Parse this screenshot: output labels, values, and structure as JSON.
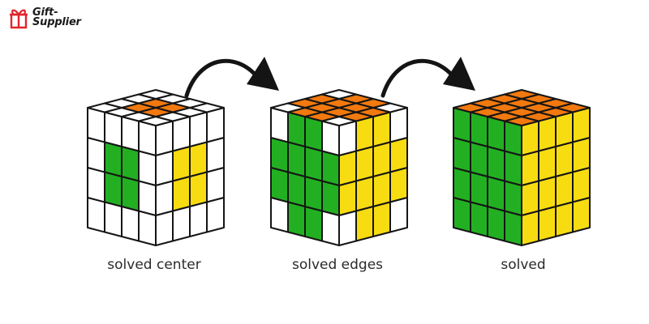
{
  "logo": {
    "line1": "Gift-",
    "line2": "Supplier",
    "icon": "gift-box-icon",
    "accent": "#e0252b"
  },
  "colors": {
    "white": "#ffffff",
    "green": "#22b022",
    "yellow": "#f8dc12",
    "orange": "#f2790f",
    "edge": "#151515"
  },
  "stages": [
    {
      "caption": "solved center",
      "top": [
        "W",
        "W",
        "W",
        "W",
        "W",
        "O",
        "O",
        "W",
        "W",
        "O",
        "O",
        "W",
        "W",
        "W",
        "W",
        "W"
      ],
      "left": [
        "W",
        "W",
        "W",
        "W",
        "W",
        "G",
        "G",
        "W",
        "W",
        "G",
        "G",
        "W",
        "W",
        "W",
        "W",
        "W"
      ],
      "right": [
        "W",
        "W",
        "W",
        "W",
        "W",
        "Y",
        "Y",
        "W",
        "W",
        "Y",
        "Y",
        "W",
        "W",
        "W",
        "W",
        "W"
      ]
    },
    {
      "caption": "solved edges",
      "top": [
        "W",
        "O",
        "O",
        "W",
        "O",
        "O",
        "O",
        "O",
        "O",
        "O",
        "O",
        "O",
        "W",
        "O",
        "O",
        "W"
      ],
      "left": [
        "W",
        "G",
        "G",
        "W",
        "G",
        "G",
        "G",
        "G",
        "G",
        "G",
        "G",
        "G",
        "W",
        "G",
        "G",
        "W"
      ],
      "right": [
        "W",
        "Y",
        "Y",
        "W",
        "Y",
        "Y",
        "Y",
        "Y",
        "Y",
        "Y",
        "Y",
        "Y",
        "W",
        "Y",
        "Y",
        "W"
      ]
    },
    {
      "caption": "solved",
      "top": [
        "O",
        "O",
        "O",
        "O",
        "O",
        "O",
        "O",
        "O",
        "O",
        "O",
        "O",
        "O",
        "O",
        "O",
        "O",
        "O"
      ],
      "left": [
        "G",
        "G",
        "G",
        "G",
        "G",
        "G",
        "G",
        "G",
        "G",
        "G",
        "G",
        "G",
        "G",
        "G",
        "G",
        "G"
      ],
      "right": [
        "Y",
        "Y",
        "Y",
        "Y",
        "Y",
        "Y",
        "Y",
        "Y",
        "Y",
        "Y",
        "Y",
        "Y",
        "Y",
        "Y",
        "Y",
        "Y"
      ]
    }
  ]
}
